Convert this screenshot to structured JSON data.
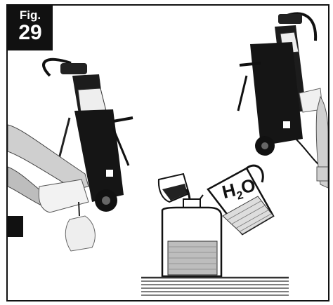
{
  "figure": {
    "label": "Fig.",
    "number": "29"
  },
  "jug_label": {
    "main": "H",
    "sub": "2",
    "tail": "O"
  }
}
